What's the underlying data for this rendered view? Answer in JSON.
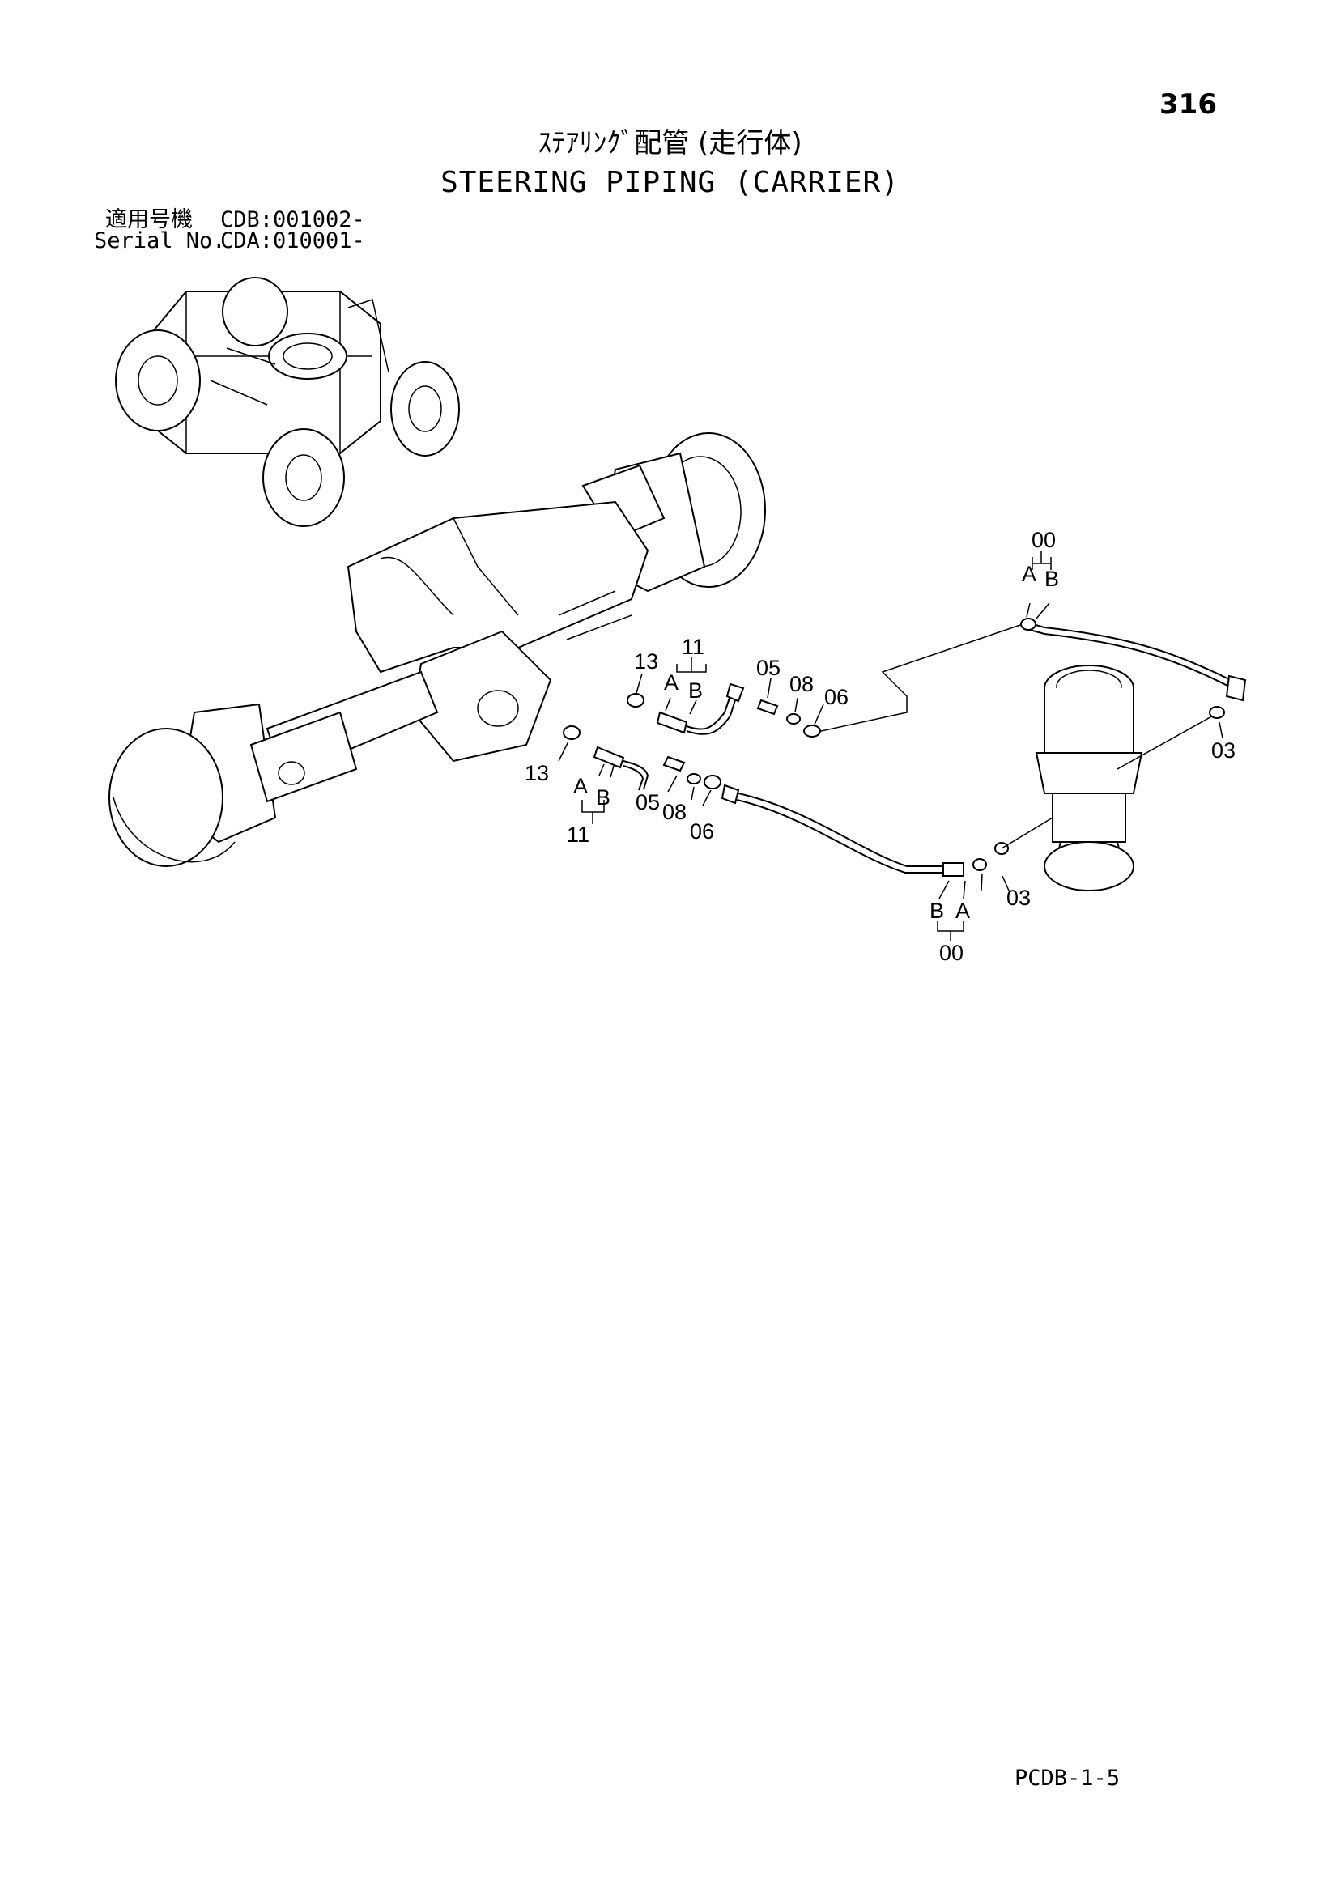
{
  "page_number": "316",
  "title_jp": "ｽﾃｱﾘﾝｸﾞ配管 (走行体)",
  "title_en": "STEERING PIPING (CARRIER)",
  "serial": [
    {
      "label": "適用号機",
      "value": "CDB:001002-"
    },
    {
      "label": "Serial No.",
      "value": "CDA:010001-"
    }
  ],
  "callouts": {
    "top_hose_group": "00",
    "top_hose_a": "A",
    "top_hose_b": "B",
    "upper_fitting_group": "11",
    "upper_fitting_a": "A",
    "upper_fitting_b": "B",
    "upper_nut": "13",
    "upper_adapter": "05",
    "upper_oring": "08",
    "upper_nut2": "06",
    "right_elbow": "03",
    "lower_nut": "13",
    "lower_fitting_a": "A",
    "lower_fitting_b": "B",
    "lower_fitting_group": "11",
    "lower_adapter": "05",
    "lower_oring": "08",
    "lower_nut2": "06",
    "bottom_elbow": "03",
    "bottom_hose_b": "B",
    "bottom_hose_a": "A",
    "bottom_hose_group": "00"
  },
  "footer_code": "PCDB-1-5"
}
